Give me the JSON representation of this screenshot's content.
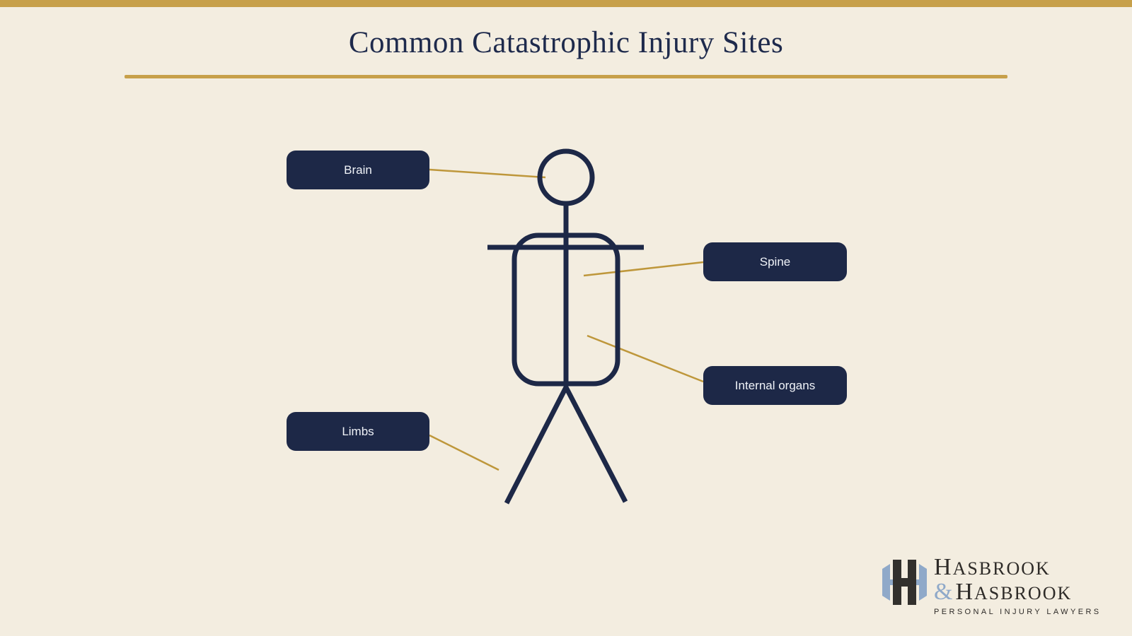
{
  "page": {
    "title": "Common Catastrophic Injury Sites"
  },
  "labels": {
    "brain": {
      "text": "Brain"
    },
    "spine": {
      "text": "Spine"
    },
    "internal_organs": {
      "text": "Internal organs"
    },
    "limbs": {
      "text": "Limbs"
    }
  },
  "diagram": {
    "figure": "stick-figure",
    "injury_sites": [
      "Brain",
      "Spine",
      "Internal organs",
      "Limbs"
    ]
  },
  "logo": {
    "name_line1_initial": "H",
    "name_line1_rest": "ASBROOK",
    "ampersand": "&",
    "name_line2_initial": "H",
    "name_line2_rest": "ASBROOK",
    "tagline": "PERSONAL INJURY LAWYERS"
  },
  "colors": {
    "background": "#F3EDE0",
    "accent_gold": "#C7A04A",
    "connector_gold": "#BE973B",
    "navy": "#1D2847",
    "label_text": "#F0F3F8",
    "logo_blue": "#8FA9C9",
    "logo_charcoal": "#2E2B28"
  }
}
